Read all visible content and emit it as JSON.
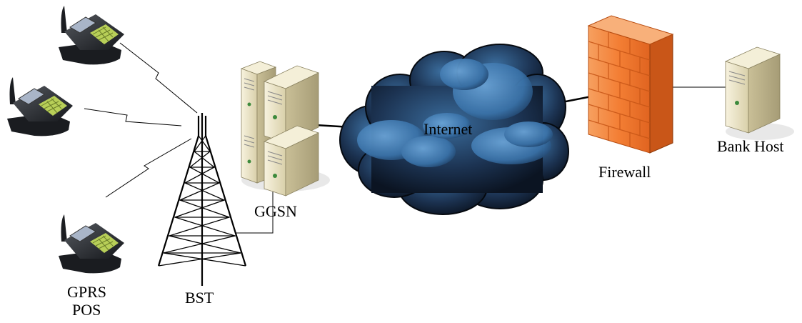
{
  "labels": {
    "pos_line1": "GPRS",
    "pos_line2": "POS",
    "bst": "BST",
    "ggsn": "GGSN",
    "internet": "Internet",
    "firewall": "Firewall",
    "bank_host": "Bank Host"
  },
  "icons": {
    "pos_terminal": "pos-terminal-icon",
    "tower": "radio-tower-icon",
    "server_cluster": "server-cluster-icon",
    "cloud": "cloud-icon",
    "firewall": "brick-firewall-icon",
    "server": "server-icon"
  },
  "colors": {
    "cloud_dark": "#0f1c2e",
    "cloud_light": "#4a86bd",
    "firewall": "#f07a30",
    "firewall_light": "#f8a868",
    "server_beige": "#ece5c9",
    "terminal_body": "#2a2d33",
    "keypad": "#b8cf58",
    "line": "#000000"
  }
}
